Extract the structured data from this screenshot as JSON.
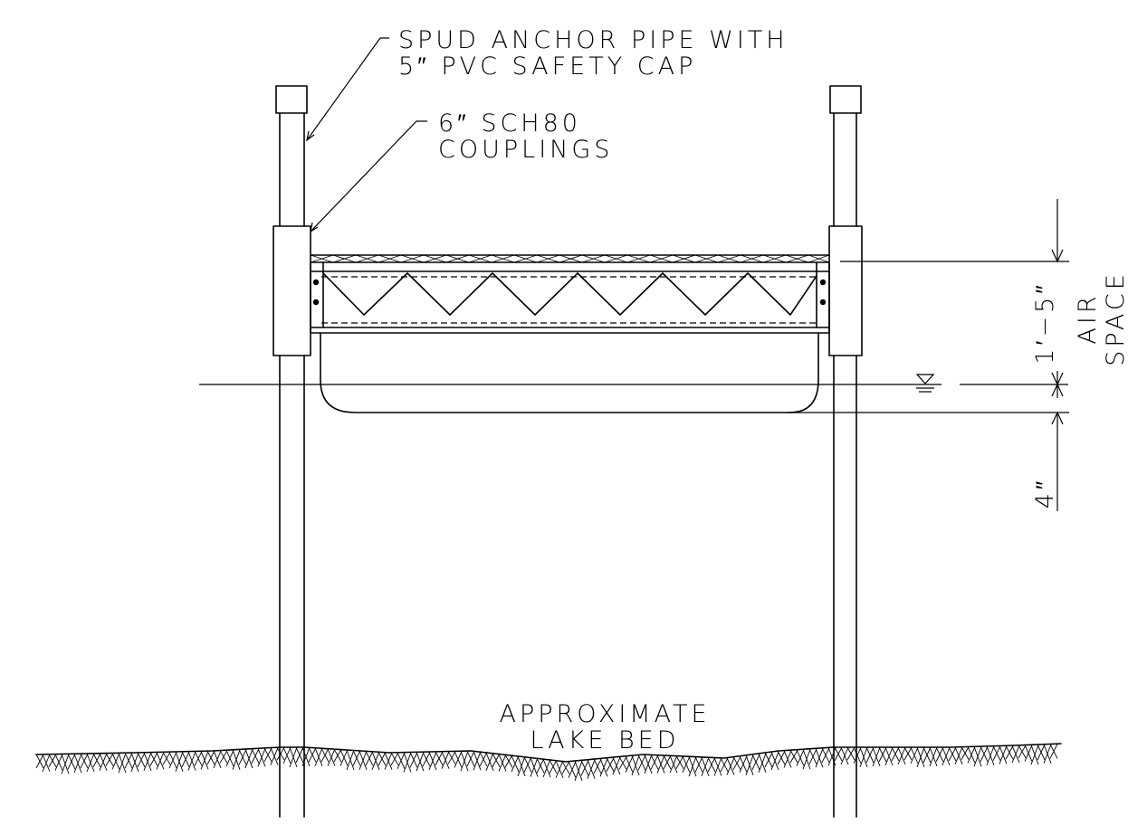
{
  "callouts": {
    "spud_anchor_line1": "SPUD ANCHOR PIPE WITH",
    "spud_anchor_line2": "5″ PVC SAFETY CAP",
    "couplings_line1": "6″ SCH80",
    "couplings_line2": "COUPLINGS",
    "lake_bed_line1": "APPROXIMATE",
    "lake_bed_line2": "LAKE BED"
  },
  "dimensions": {
    "air_space_value": "1′−5″",
    "air_space_label_line1": "AIR",
    "air_space_label_line2": "SPACE",
    "draft_value": "4″"
  },
  "symbols": {
    "water_level": "water-level-triangle-icon"
  }
}
